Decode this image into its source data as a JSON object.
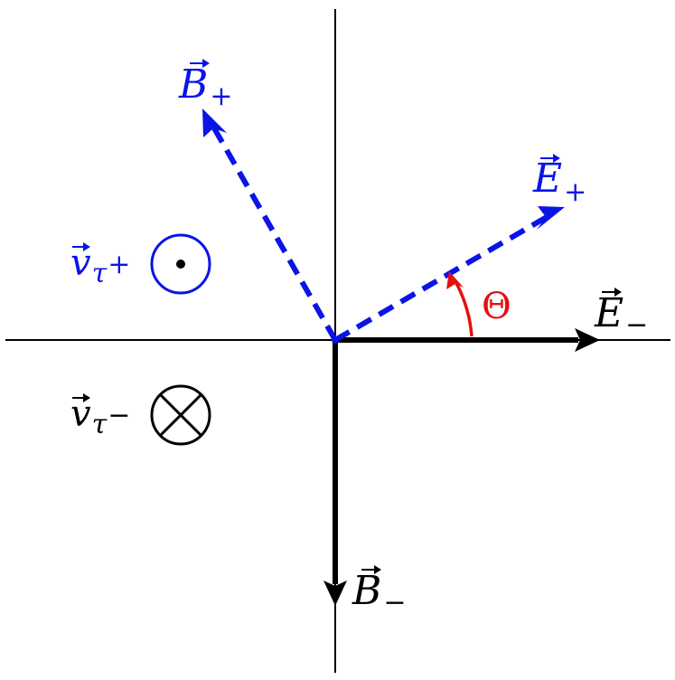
{
  "colors": {
    "black": "#000000",
    "blue": "#0a14e6",
    "red": "#e60f0f"
  },
  "labels": {
    "B_plus": {
      "main": "B",
      "sub": "+"
    },
    "E_plus": {
      "main": "E",
      "sub": "+"
    },
    "E_minus": {
      "main": "E",
      "sub": "−"
    },
    "B_minus": {
      "main": "B",
      "sub": "−"
    },
    "v_tau_plus": {
      "main": "v",
      "sub": "τ",
      "sup": "+"
    },
    "v_tau_minus": {
      "main": "v",
      "sub": "τ",
      "sup": "−"
    },
    "theta": "Θ"
  },
  "symbols": {
    "out_of_page": "circle-dot-icon",
    "into_page": "circle-cross-icon"
  }
}
